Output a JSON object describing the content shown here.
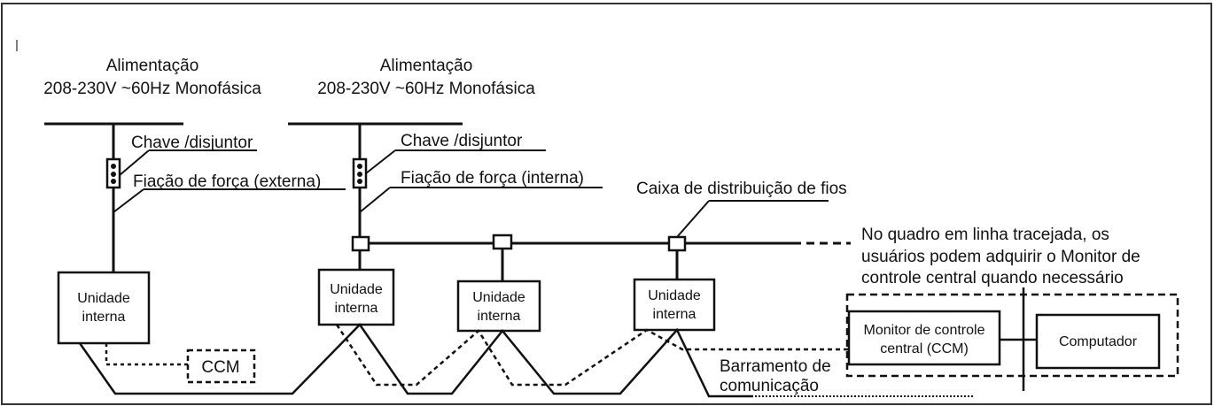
{
  "power_left": {
    "line1": "Alimentação",
    "line2": "208-230V ~60Hz Monofásica"
  },
  "power_right": {
    "line1": "Alimentação",
    "line2": "208-230V ~60Hz Monofásica"
  },
  "switch_left_label": "Chave /disjuntor",
  "switch_right_label": "Chave /disjuntor",
  "wiring_external_label": "Fiação de força (externa)",
  "wiring_internal_label": "Fiação de força (interna)",
  "distribution_box_label": "Caixa de distribuição de fios",
  "note": {
    "line1": "No quadro em linha tracejada, os",
    "line2": "usuários podem adquirir o Monitor de",
    "line3": "controle central quando necessário"
  },
  "indoor_units": [
    {
      "line1": "Unidade",
      "line2": "interna"
    },
    {
      "line1": "Unidade",
      "line2": "interna"
    },
    {
      "line1": "Unidade",
      "line2": "interna"
    },
    {
      "line1": "Unidade",
      "line2": "interna"
    }
  ],
  "ccm_small_label": "CCM",
  "monitor": {
    "line1": "Monitor de controle",
    "line2": "central (CCM)"
  },
  "computer_label": "Computador",
  "comm_bus": {
    "line1": "Barramento de",
    "line2": "comunicação"
  }
}
